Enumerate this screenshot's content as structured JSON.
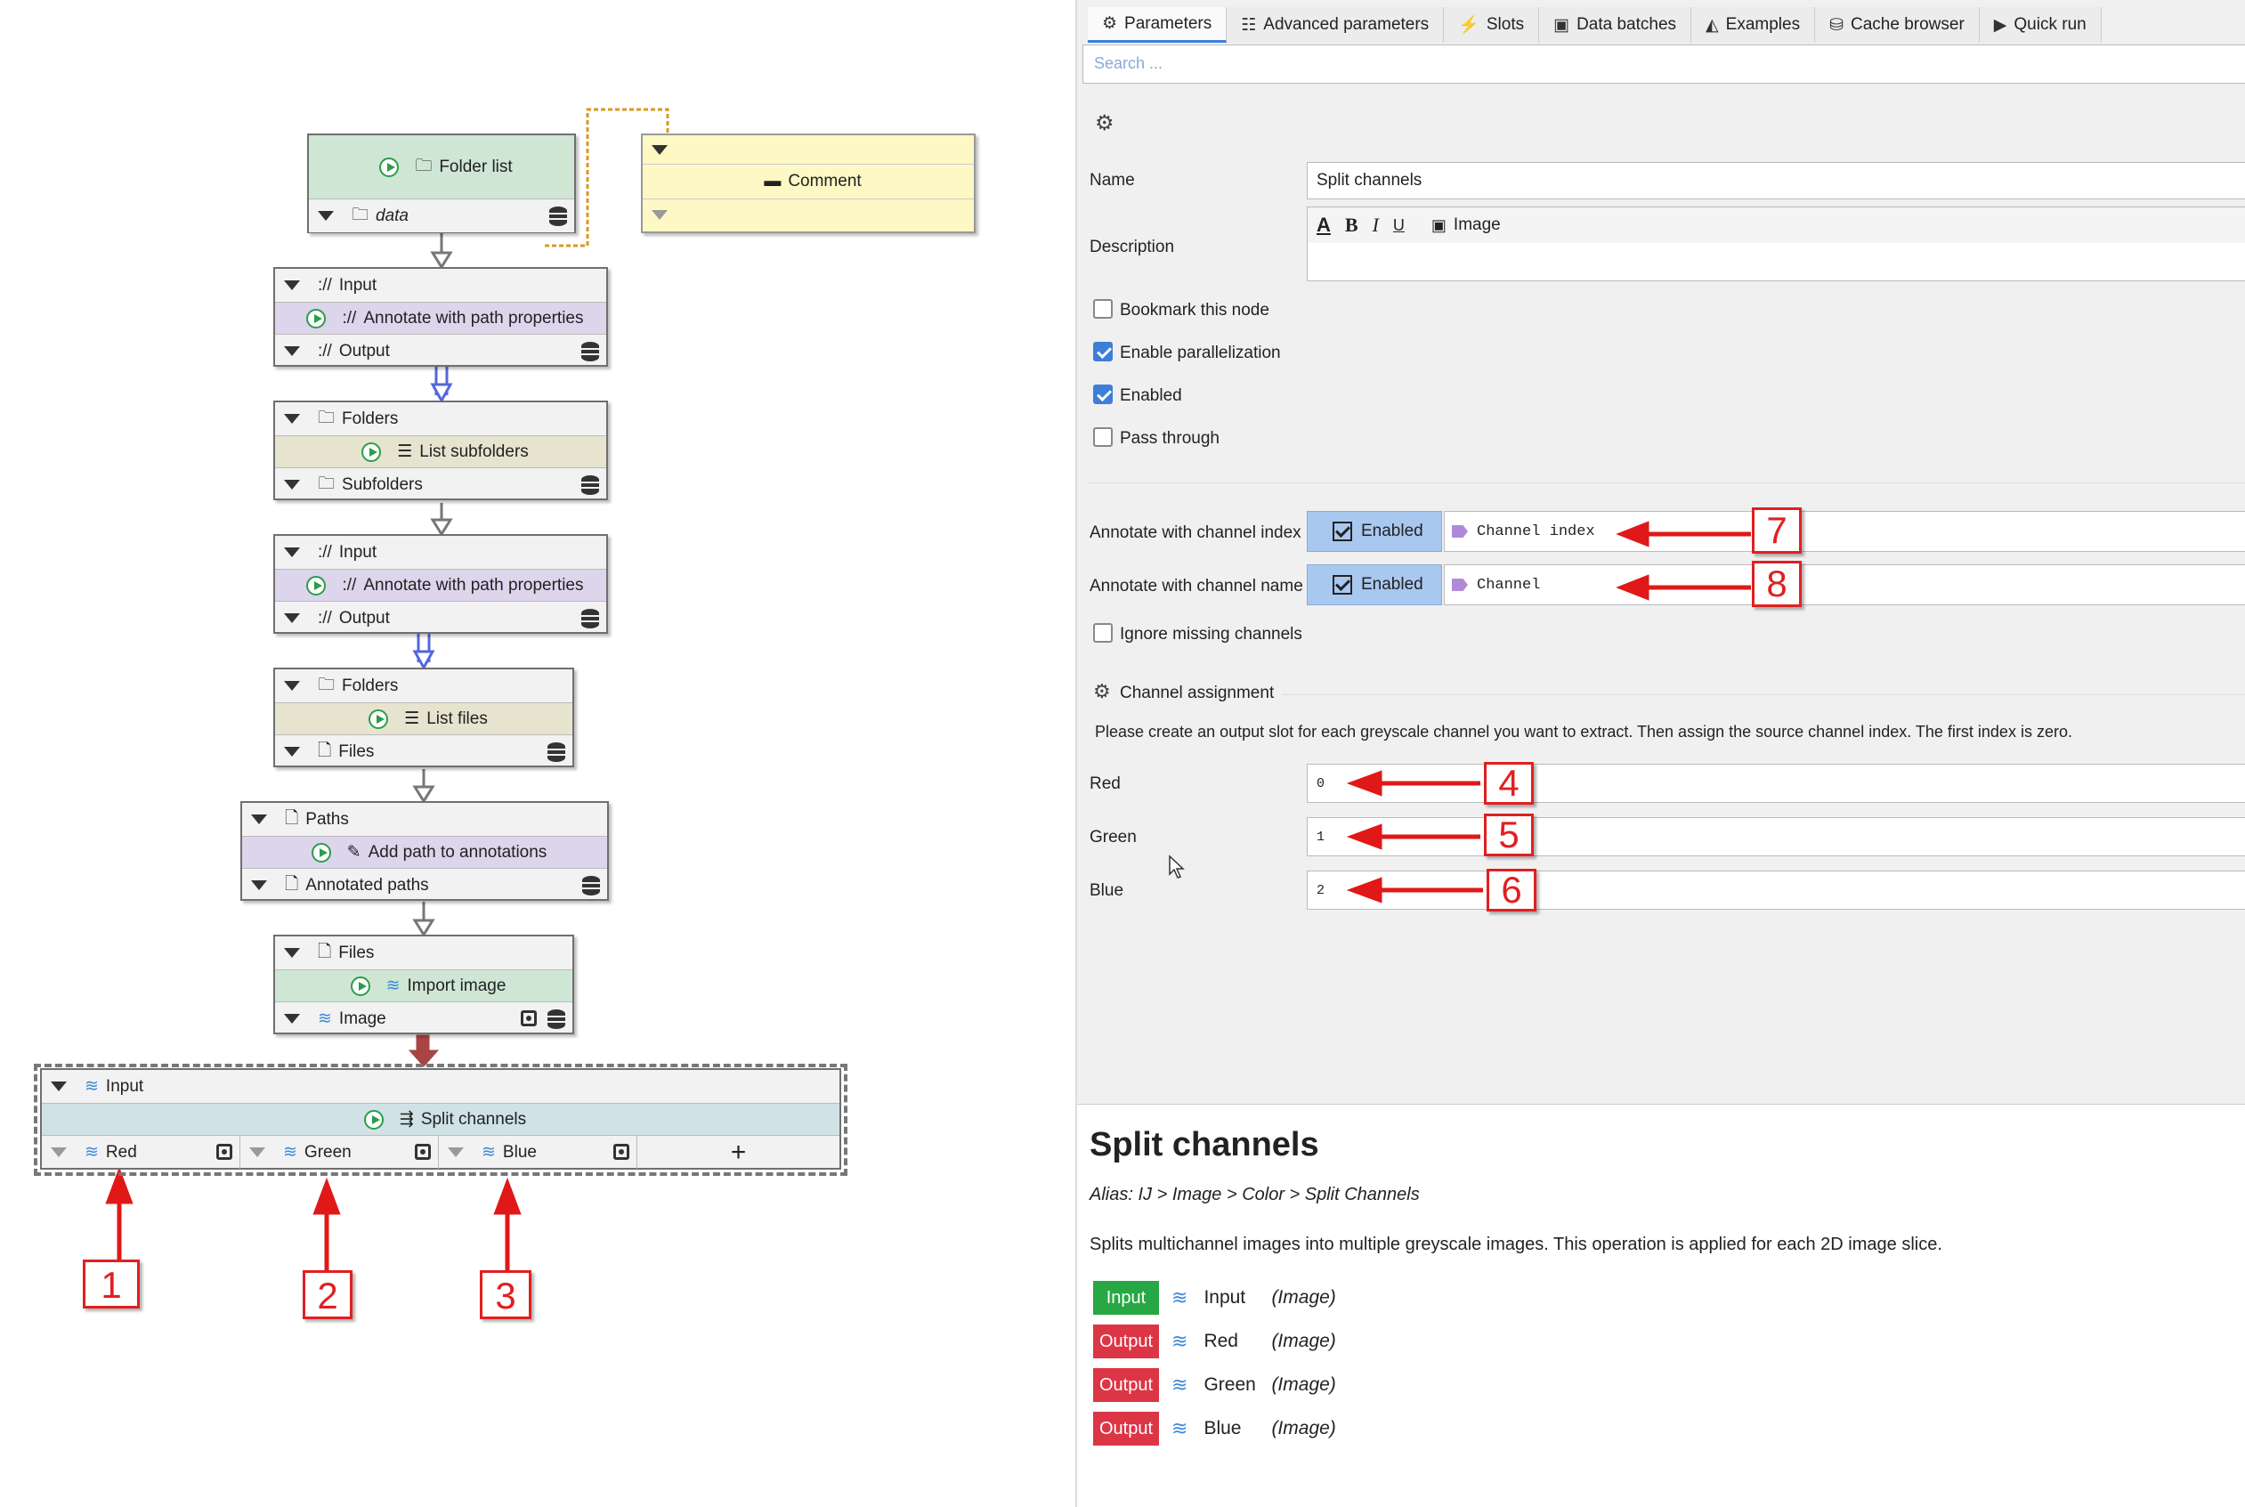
{
  "graph": {
    "folder_list": {
      "title": "Folder list",
      "output": "data"
    },
    "comment": {
      "title": "Comment"
    },
    "annotate1": {
      "input": "Input",
      "title": "Annotate with path properties",
      "output": "Output"
    },
    "list_subfolders": {
      "input": "Folders",
      "title": "List subfolders",
      "output": "Subfolders"
    },
    "annotate2": {
      "input": "Input",
      "title": "Annotate with path properties",
      "output": "Output"
    },
    "list_files": {
      "input": "Folders",
      "title": "List files",
      "output": "Files"
    },
    "add_path": {
      "input": "Paths",
      "title": "Add path to annotations",
      "output": "Annotated paths"
    },
    "import_image": {
      "input": "Files",
      "title": "Import image",
      "output": "Image"
    },
    "split": {
      "input": "Input",
      "title": "Split channels",
      "outputs": [
        "Red",
        "Green",
        "Blue"
      ],
      "add": "+"
    },
    "callouts": [
      "1",
      "2",
      "3"
    ]
  },
  "panel": {
    "tabs": [
      {
        "label": "Parameters",
        "icon": "gear-icon",
        "glyph": "⚙"
      },
      {
        "label": "Advanced parameters",
        "icon": "sliders-icon",
        "glyph": "☷"
      },
      {
        "label": "Slots",
        "icon": "plug-icon",
        "glyph": "⚡"
      },
      {
        "label": "Data batches",
        "icon": "batch-icon",
        "glyph": "▣"
      },
      {
        "label": "Examples",
        "icon": "graduation-icon",
        "glyph": "◭"
      },
      {
        "label": "Cache browser",
        "icon": "database-icon",
        "glyph": "⛁"
      },
      {
        "label": "Quick run",
        "icon": "play-icon",
        "glyph": "▶"
      }
    ],
    "search_placeholder": "Search ...",
    "name_label": "Name",
    "name_value": "Split channels",
    "description_label": "Description",
    "toolbar": {
      "font": "A",
      "bold": "B",
      "italic": "I",
      "underline": "U",
      "image": "Image"
    },
    "checkboxes": [
      {
        "label": "Bookmark this node",
        "checked": false
      },
      {
        "label": "Enable parallelization",
        "checked": true
      },
      {
        "label": "Enabled",
        "checked": true
      },
      {
        "label": "Pass through",
        "checked": false
      }
    ],
    "annotate_index": {
      "label": "Annotate with channel index",
      "toggle": "Enabled",
      "value": "Channel index",
      "callout": "7"
    },
    "annotate_name": {
      "label": "Annotate with channel name",
      "toggle": "Enabled",
      "value": "Channel",
      "callout": "8"
    },
    "ignore_missing": "Ignore missing channels",
    "channel_assignment": "Channel assignment",
    "channel_help": "Please create an output slot for each greyscale channel you want to extract. Then assign the source channel index. The first index is zero.",
    "channels": [
      {
        "label": "Red",
        "value": "0",
        "callout": "4"
      },
      {
        "label": "Green",
        "value": "1",
        "callout": "5"
      },
      {
        "label": "Blue",
        "value": "2",
        "callout": "6"
      }
    ]
  },
  "doc": {
    "title": "Split channels",
    "alias": "Alias: IJ > Image > Color > Split Channels",
    "description": "Splits multichannel images into multiple greyscale images. This operation is applied for each 2D image slice.",
    "slots": [
      {
        "kind": "Input",
        "name": "Input",
        "type": "(Image)",
        "color": "#28a745"
      },
      {
        "kind": "Output",
        "name": "Red",
        "type": "(Image)",
        "color": "#dc3545"
      },
      {
        "kind": "Output",
        "name": "Green",
        "type": "(Image)",
        "color": "#dc3545"
      },
      {
        "kind": "Output",
        "name": "Blue",
        "type": "(Image)",
        "color": "#dc3545"
      }
    ]
  }
}
